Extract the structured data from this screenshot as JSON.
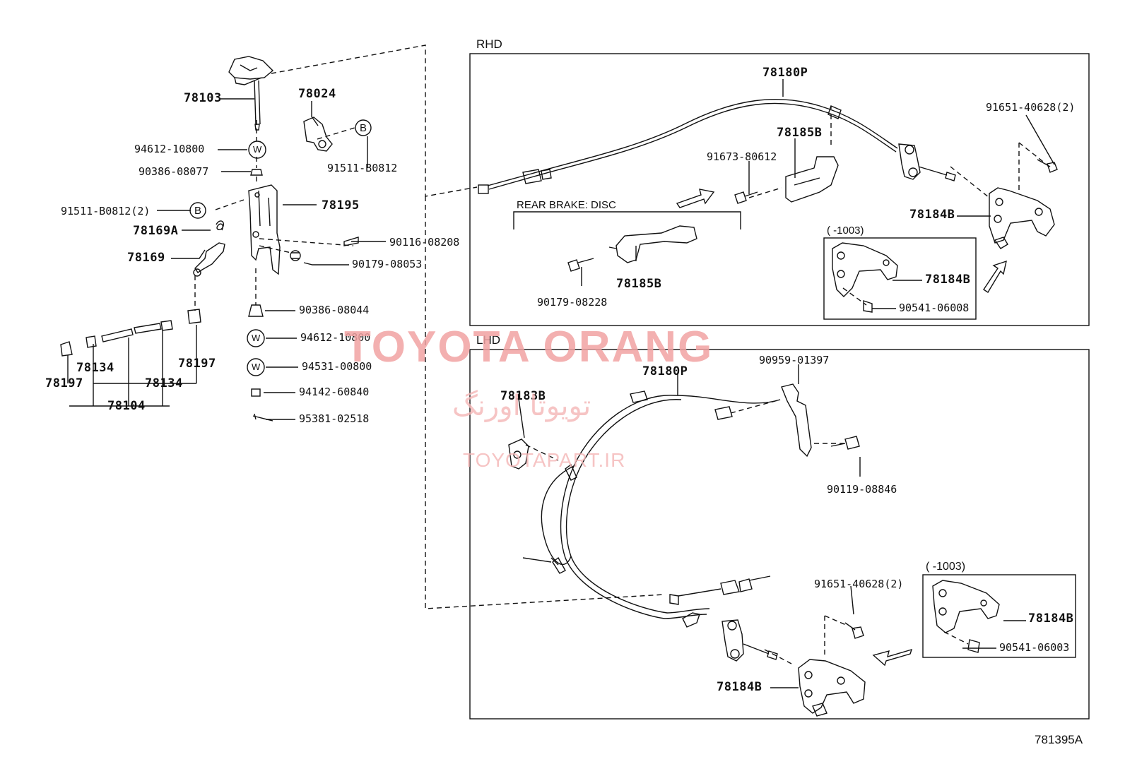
{
  "sections": {
    "rhd": "RHD",
    "lhd": "LHD",
    "rear_brake": "REAR BRAKE: DISC",
    "range_note_1": "(    -1003)",
    "range_note_2": "(    -1003)"
  },
  "parts": {
    "p78103": "78103",
    "p78024": "78024",
    "p94612a": "94612-10800",
    "p91511a": "91511-B0812",
    "p90386a": "90386-08077",
    "p91511b": "91511-B0812(2)",
    "p78195": "78195",
    "p78169A": "78169A",
    "p78169": "78169",
    "p90116": "90116-08208",
    "p90179a": "90179-08053",
    "p90386b": "90386-08044",
    "p94612b": "94612-10800",
    "p94531": "94531-00800",
    "p94142": "94142-60840",
    "p95381": "95381-02518",
    "p78197a": "78197",
    "p78134a": "78134",
    "p78134b": "78134",
    "p78197b": "78197",
    "p78104": "78104",
    "p78180P_rhd": "78180P",
    "p91651_rhd": "91651-40628(2)",
    "p78185B_top": "78185B",
    "p91673": "91673-80612",
    "p78184B_rhd": "78184B",
    "p78185B_low": "78185B",
    "p90179b": "90179-08228",
    "p78184B_box1": "78184B",
    "p90541_box1": "90541-06008",
    "p78180P_lhd": "78180P",
    "p90959": "90959-01397",
    "p78183B": "78183B",
    "p90119": "90119-08846",
    "p91651_lhd": "91651-40628(2)",
    "p78184B_box2": "78184B",
    "p90541_box2": "90541-06003",
    "p78184B_lhd": "78184B"
  },
  "symbols": {
    "b": "B",
    "w": "W"
  },
  "watermark": {
    "line1": "TOYOTA ORANG",
    "line2": "تویوتا اورنگ",
    "line3": "TOYOTAPART.IR"
  },
  "diagram_code": "781395A"
}
